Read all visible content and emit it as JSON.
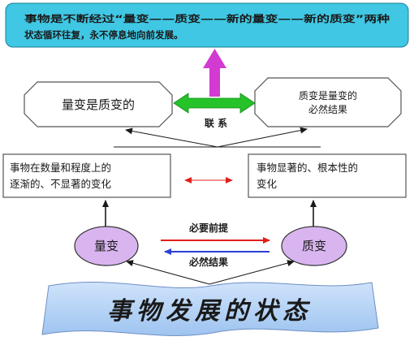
{
  "top_box": {
    "line1": "事物是不断经过“量变——质变——新的量变——新的质变”两种",
    "line2": "状态循环往复，永不停息地向前发展。"
  },
  "left_octagon": {
    "text": "量变是质变的"
  },
  "right_octagon": {
    "line1": "质变是量变的",
    "line2": "必然结果"
  },
  "link_label": "联  系",
  "left_rect": {
    "line1": "事物在数量和程度上的",
    "line2": "逐渐的、不显著的变化"
  },
  "right_rect": {
    "line1": "事物显著的、根本性的",
    "line2": "变化"
  },
  "left_ellipse": {
    "text": "量变"
  },
  "right_ellipse": {
    "text": "质变"
  },
  "arrow_top_label": "必要前提",
  "arrow_bottom_label": "必然结果",
  "banner_text": "事物发展的状态",
  "colors": {
    "top_box_fill": "#3fc7e3",
    "ellipse_fill": "#d9b5ef",
    "banner_fill": "#b8d6f7",
    "link_arrow": "#25c22a",
    "vertical_arrow": "#d23ad2",
    "red_arrow": "#e0201e",
    "blue_arrow": "#2a3fd6"
  },
  "icons": [
    "arrow-up-icon",
    "double-arrow-icon"
  ]
}
